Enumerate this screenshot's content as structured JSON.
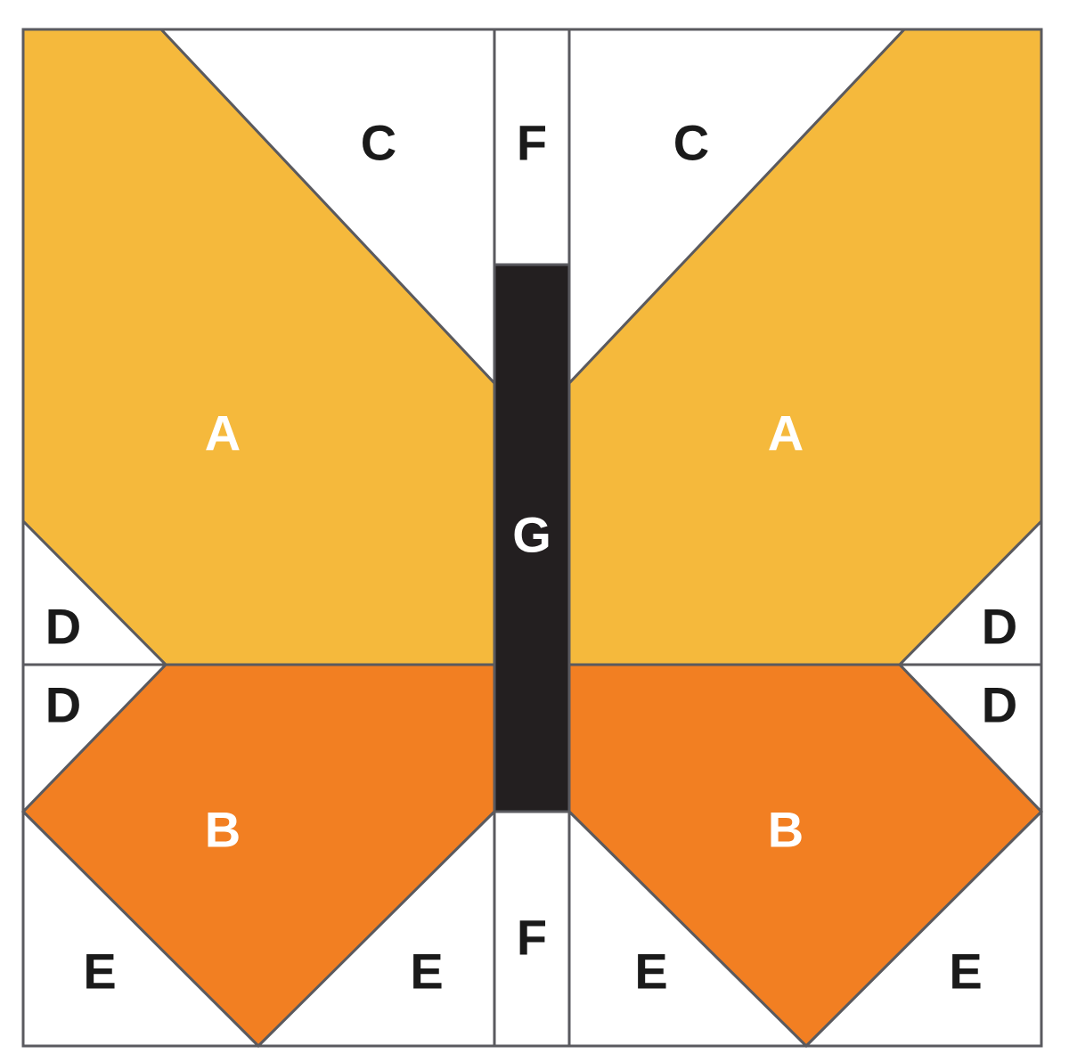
{
  "diagram": {
    "type": "quilt-block",
    "subject": "butterfly",
    "colors": {
      "wing_upper": "#F5B93C",
      "wing_lower": "#F27F22",
      "body": "#231F20",
      "background": "#FFFFFF",
      "outline": "#5A5A5F",
      "label_light": "#FFFFFF",
      "label_dark": "#1A1A1A"
    },
    "labels": {
      "A_left": "A",
      "A_right": "A",
      "B_left": "B",
      "B_right": "B",
      "C_left": "C",
      "C_right": "C",
      "D_left_top": "D",
      "D_left_bottom": "D",
      "D_right_top": "D",
      "D_right_bottom": "D",
      "E_left_outer": "E",
      "E_left_inner": "E",
      "E_right_inner": "E",
      "E_right_outer": "E",
      "F_top": "F",
      "F_bottom": "F",
      "G_body": "G"
    }
  }
}
